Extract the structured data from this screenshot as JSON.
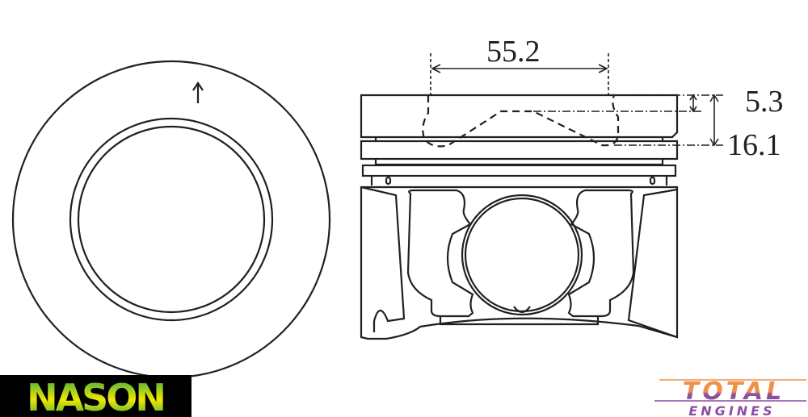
{
  "dimensions": {
    "crown_bowl_diameter": "55.2",
    "bowl_offset": "5.3",
    "compression_height_bowl_depth": "16.1"
  },
  "logos": {
    "left": "NASON",
    "right_line1": "TOTAL",
    "right_line2": "ENGINES"
  },
  "colors": {
    "line": "#231f20",
    "nason_green": "#2aa84a",
    "nason_yellow": "#f2e600",
    "total_orange": "#f0904a",
    "total_purple": "#8a4f9e"
  }
}
